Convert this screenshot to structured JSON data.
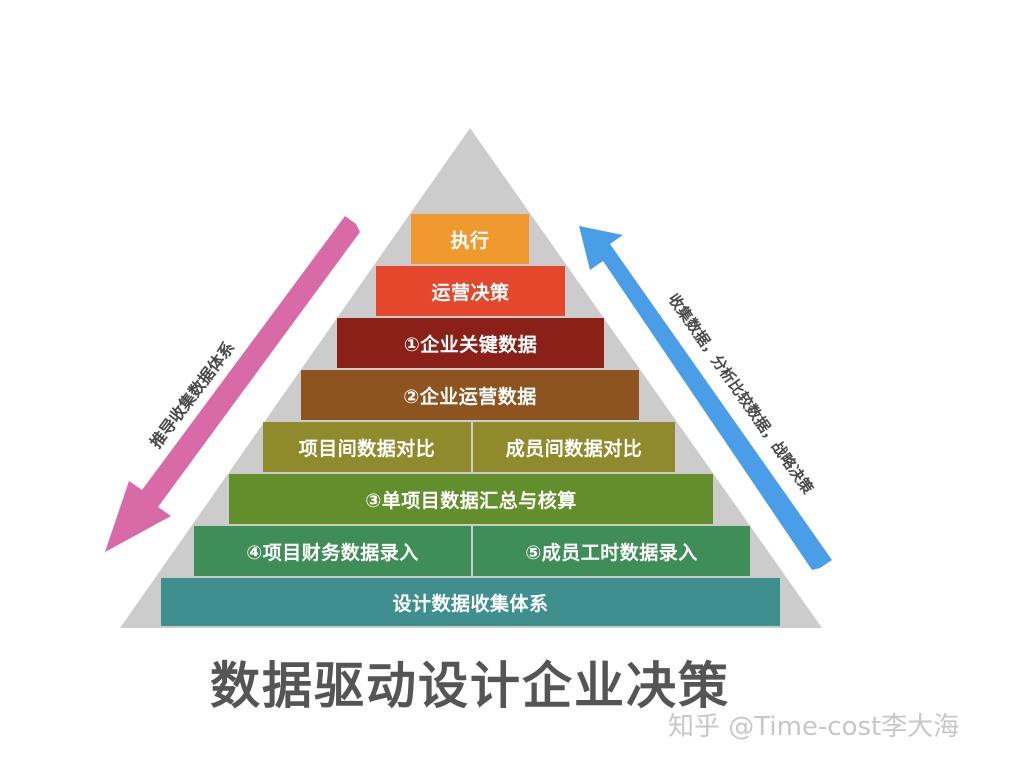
{
  "diagram": {
    "title": "数据驱动设计企业决策",
    "watermark": "知乎 @Time-cost李大海",
    "left_arrow_label": "推导收集数据体系",
    "right_arrow_label": "收集数据，分析比较数据，战略决策",
    "colors": {
      "pyramid": "#cccccc",
      "left_arrow": "#d86aa8",
      "right_arrow": "#4a9ee8"
    },
    "tiers": [
      {
        "label": "执行",
        "color": "#f0992f"
      },
      {
        "label": "运营决策",
        "color": "#e4472c"
      },
      {
        "label": "①企业关键数据",
        "color": "#8b2018"
      },
      {
        "label": "②企业运营数据",
        "color": "#8e5420"
      },
      {
        "left_label": "项目间数据对比",
        "right_label": "成员间数据对比",
        "color": "#8f8a2c"
      },
      {
        "label": "③单项目数据汇总与核算",
        "color": "#628f2c"
      },
      {
        "left_label": "④项目财务数据录入",
        "right_label": "⑤成员工时数据录入",
        "color": "#3f8e58"
      },
      {
        "label": "设计数据收集体系",
        "color": "#3f8f8f"
      }
    ]
  }
}
